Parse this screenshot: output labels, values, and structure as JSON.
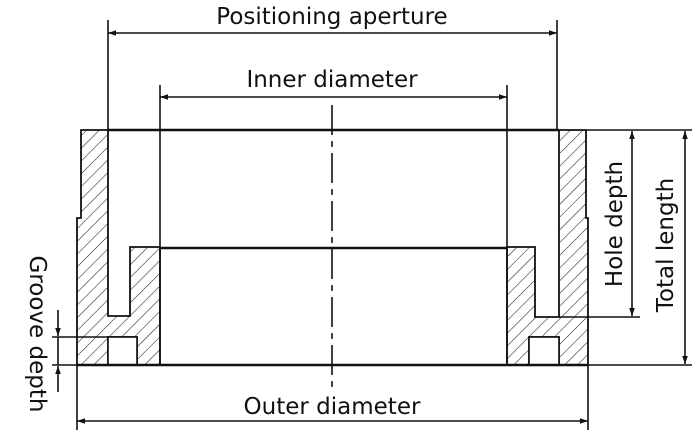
{
  "labels": {
    "positioning_aperture": "Positioning aperture",
    "inner_diameter": "Inner diameter",
    "outer_diameter": "Outer diameter",
    "hole_depth": "Hole depth",
    "total_length": "Total length",
    "groove_depth": "Groove depth"
  }
}
